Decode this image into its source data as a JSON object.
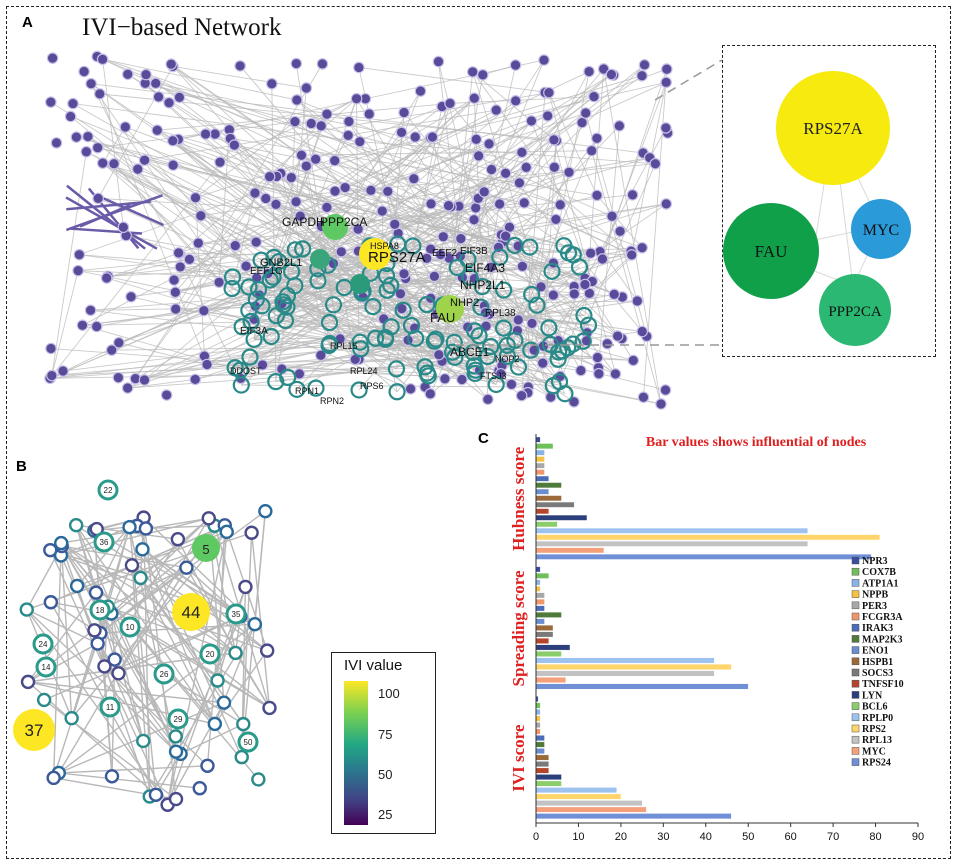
{
  "panels": {
    "a_label": "A",
    "b_label": "B",
    "c_label": "C",
    "a_title": "IVI−based Network"
  },
  "network_a": {
    "highlight_labels": [
      "RPS27A",
      "GAPDH",
      "PPP2CA",
      "GNB2L1",
      "EIF4A3",
      "NHP2L1",
      "NHP2",
      "FAU",
      "RPL38",
      "EIF3B",
      "EEF2",
      "ABCE1",
      "EIF3A",
      "EEF1G",
      "RPN1",
      "RPN2",
      "DDOST",
      "HSPA8",
      "RPL15",
      "RPL24",
      "RPS6",
      "NOP2",
      "FTSJ3"
    ],
    "colors": {
      "node": "#5a4a9a",
      "edge": "#b8b8b8",
      "teal": "#2a8a8a",
      "yellow": "#fde725",
      "green": "#4caf50"
    }
  },
  "zoom": {
    "nodes": [
      {
        "label": "RPS27A",
        "color": "#f7ea0e"
      },
      {
        "label": "FAU",
        "color": "#10a04a"
      },
      {
        "label": "MYC",
        "color": "#2a9ad8"
      },
      {
        "label": "PPP2CA",
        "color": "#2bb872"
      }
    ]
  },
  "network_b": {
    "big_nodes": [
      {
        "label": "44",
        "color": "#fde725"
      },
      {
        "label": "37",
        "color": "#fde725"
      },
      {
        "label": "5",
        "color": "#5ec962"
      }
    ],
    "small_labels": [
      "18",
      "10",
      "35",
      "20",
      "26",
      "29",
      "50",
      "24",
      "14",
      "11",
      "22",
      "36"
    ]
  },
  "colorbar": {
    "title": "IVI value",
    "ticks": [
      "100",
      "75",
      "50",
      "25"
    ]
  },
  "chart_data": {
    "type": "bar",
    "orientation": "horizontal",
    "title": "Bar values shows influential of nodes",
    "groups": [
      "Hubness score",
      "Spreading score",
      "IVI score"
    ],
    "xlim": [
      0,
      90
    ],
    "xticks": [
      "0",
      "10",
      "20",
      "30",
      "40",
      "50",
      "60",
      "70",
      "80",
      "90"
    ],
    "legend_position": "right",
    "series": [
      {
        "name": "NPR3",
        "color": "#3b4e9e",
        "values": [
          1,
          1,
          0.5
        ]
      },
      {
        "name": "COX7B",
        "color": "#6fbf5a",
        "values": [
          4,
          3,
          1
        ]
      },
      {
        "name": "ATP1A1",
        "color": "#8ab4e8",
        "values": [
          2,
          1,
          1
        ]
      },
      {
        "name": "NPPB",
        "color": "#f5c242",
        "values": [
          2,
          1,
          1
        ]
      },
      {
        "name": "PER3",
        "color": "#a8a8a8",
        "values": [
          2,
          2,
          1
        ]
      },
      {
        "name": "FCGR3A",
        "color": "#f0966a",
        "values": [
          2,
          2,
          1
        ]
      },
      {
        "name": "IRAK3",
        "color": "#4b6cb7",
        "values": [
          3,
          2,
          2
        ]
      },
      {
        "name": "MAP2K3",
        "color": "#4f7a3a",
        "values": [
          6,
          6,
          2
        ]
      },
      {
        "name": "ENO1",
        "color": "#6a8dcf",
        "values": [
          3,
          2,
          2
        ]
      },
      {
        "name": "HSPB1",
        "color": "#9c6a3a",
        "values": [
          6,
          4,
          3
        ]
      },
      {
        "name": "SOCS3",
        "color": "#7a7a7a",
        "values": [
          9,
          4,
          3
        ]
      },
      {
        "name": "TNFSF10",
        "color": "#b4452a",
        "values": [
          3,
          3,
          3
        ]
      },
      {
        "name": "LYN",
        "color": "#2b3f7a",
        "values": [
          12,
          8,
          6
        ]
      },
      {
        "name": "BCL6",
        "color": "#8acd6a",
        "values": [
          5,
          6,
          6
        ]
      },
      {
        "name": "RPLP0",
        "color": "#9ec2f0",
        "values": [
          64,
          42,
          19
        ]
      },
      {
        "name": "RPS2",
        "color": "#ffd46a",
        "values": [
          81,
          46,
          20
        ]
      },
      {
        "name": "RPL13",
        "color": "#c2c2c2",
        "values": [
          64,
          42,
          25
        ]
      },
      {
        "name": "MYC",
        "color": "#f4a07a",
        "values": [
          16,
          7,
          26
        ]
      },
      {
        "name": "RPS24",
        "color": "#6f8fd6",
        "values": [
          79,
          50,
          46
        ]
      }
    ]
  }
}
